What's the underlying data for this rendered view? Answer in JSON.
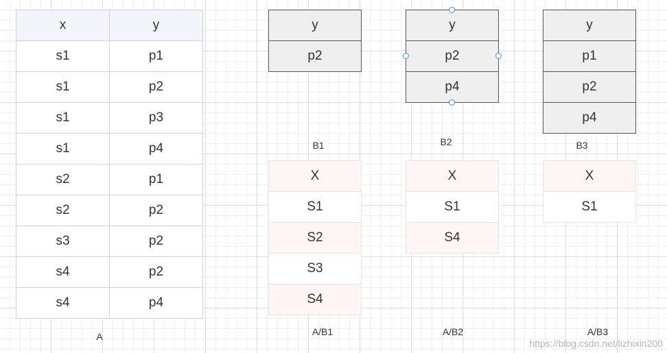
{
  "relations": {
    "A": {
      "caption": "A",
      "headers": [
        "x",
        "y"
      ],
      "rows": [
        [
          "s1",
          "p1"
        ],
        [
          "s1",
          "p2"
        ],
        [
          "s1",
          "p3"
        ],
        [
          "s1",
          "p4"
        ],
        [
          "s2",
          "p1"
        ],
        [
          "s2",
          "p2"
        ],
        [
          "s3",
          "p2"
        ],
        [
          "s4",
          "p2"
        ],
        [
          "s4",
          "p4"
        ]
      ]
    },
    "B1": {
      "caption": "B1",
      "header": "y",
      "rows": [
        "p2"
      ]
    },
    "B2": {
      "caption": "B2",
      "header": "y",
      "rows": [
        "p2",
        "p4"
      ]
    },
    "B3": {
      "caption": "B3",
      "header": "y",
      "rows": [
        "p1",
        "p2",
        "p4"
      ]
    },
    "A_div_B1": {
      "caption": "A/B1",
      "header": "X",
      "rows": [
        "S1",
        "S2",
        "S3",
        "S4"
      ]
    },
    "A_div_B2": {
      "caption": "A/B2",
      "header": "X",
      "rows": [
        "S1",
        "S4"
      ]
    },
    "A_div_B3": {
      "caption": "A/B3",
      "header": "X",
      "rows": [
        "S1"
      ]
    }
  },
  "watermark": "https://blog.csdn.net/lizhixin200"
}
